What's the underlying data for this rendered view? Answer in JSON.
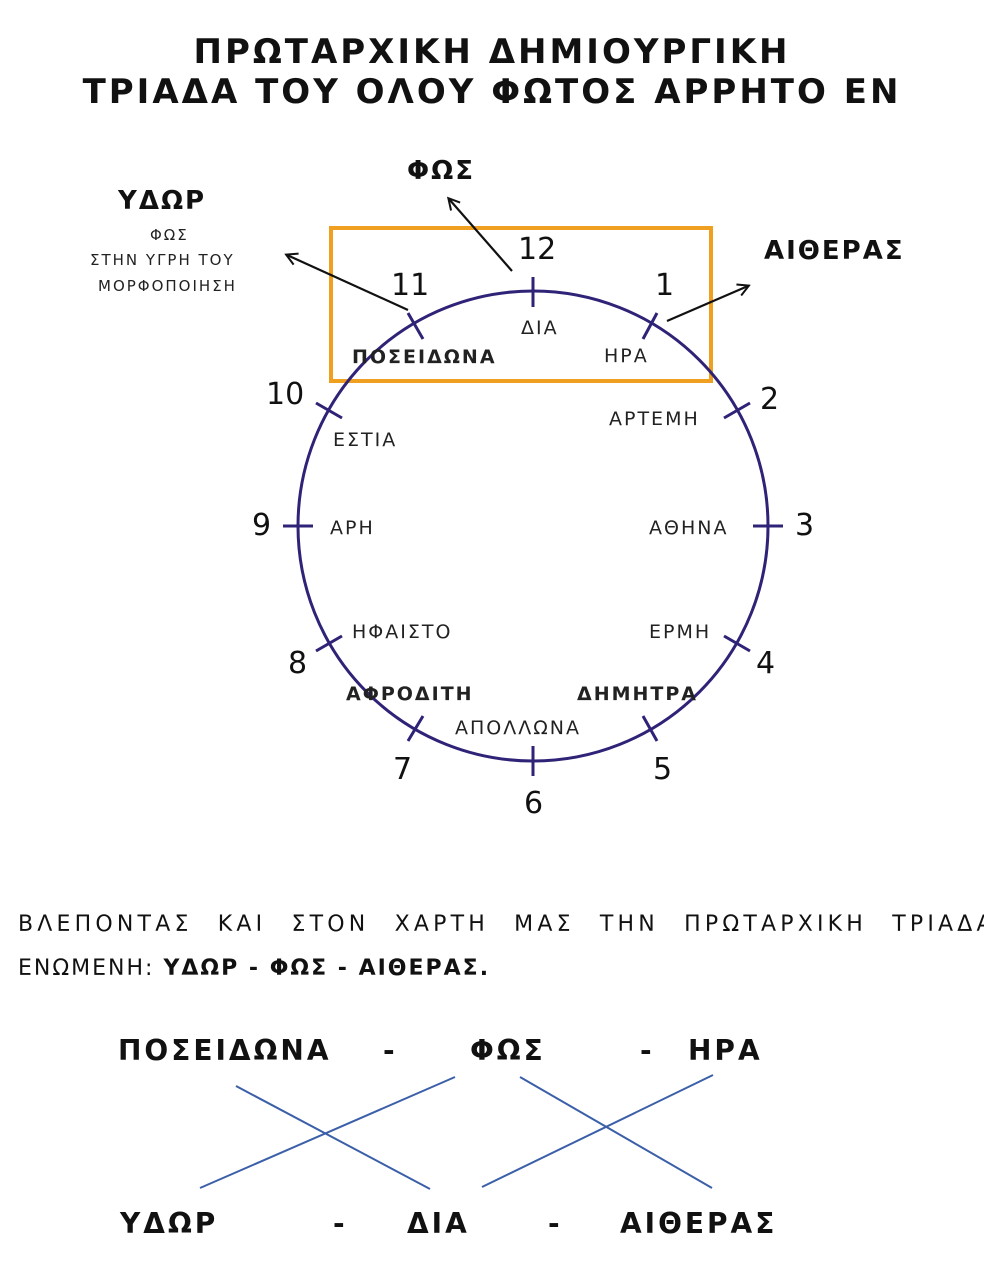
{
  "title": {
    "line1": "ΠΡΩΤΑΡΧΙΚΗ ΔΗΜΙΟΥΡΓΙΚΗ",
    "line2": "ΤΡΙΑΔΑ ΤΟΥ ΟΛΟΥ ΦΩΤΟΣ ΑΡΡΗΤΟ ΕΝ"
  },
  "diagram": {
    "outward_labels": {
      "fos": "ΦΩΣ",
      "aitheras": "ΑΙΘΕΡΑΣ",
      "ydor": "ΥΔΩΡ",
      "ydor_sub1": "ΦΩΣ",
      "ydor_sub2": "ΣΤΗΝ ΥΓΡΗ ΤΟΥ",
      "ydor_sub3": "ΜΟΡΦΟΠΟΙΗΣΗ"
    },
    "hours": {
      "h12": "12",
      "h1": "1",
      "h2": "2",
      "h3": "3",
      "h4": "4",
      "h5": "5",
      "h6": "6",
      "h7": "7",
      "h8": "8",
      "h9": "9",
      "h10": "10",
      "h11": "11"
    },
    "gods": {
      "dia": "ΔΙΑ",
      "hera": "ΗΡΑ",
      "poseidonas": "ΠΟΣΕΙΔΩΝΑ",
      "artemi": "ΑΡΤΕΜΗ",
      "athina": "ΑΘΗΝΑ",
      "ermi": "ΕΡΜΗ",
      "dimitra": "ΔΗΜΗΤΡΑ",
      "apollona": "ΑΠΟΛΛΩΝΑ",
      "afroditi": "ΑΦΡΟΔΙΤΗ",
      "ifaisto": "ΗΦΑΙΣΤΟ",
      "ari": "ΑΡΗ",
      "estia": "ΕΣΤΙΑ"
    },
    "colors": {
      "circle": "#2e2377",
      "highlight_box": "#f0a020",
      "cross_lines": "#3b5fa8"
    }
  },
  "paragraph": {
    "text": "ΒΛΕΠΟΝΤΑΣ ΚΑΙ ΣΤΟΝ ΧΑΡΤΗ ΜΑΣ ΤΗΝ ΠΡΩΤΑΡΧΙΚΗ ΤΡΙΑΔΑ",
    "prefix": "ΕΝΩΜΕΝΗ:",
    "triad": "ΥΔΩΡ - ΦΩΣ - ΑΙΘΕΡΑΣ."
  },
  "relations": {
    "top": [
      "ΠΟΣΕΙΔΩΝΑ",
      "-",
      "ΦΩΣ",
      "-",
      "ΗΡΑ"
    ],
    "bottom": [
      "ΥΔΩΡ",
      "-",
      "ΔΙΑ",
      "-",
      "ΑΙΘΕΡΑΣ"
    ]
  }
}
